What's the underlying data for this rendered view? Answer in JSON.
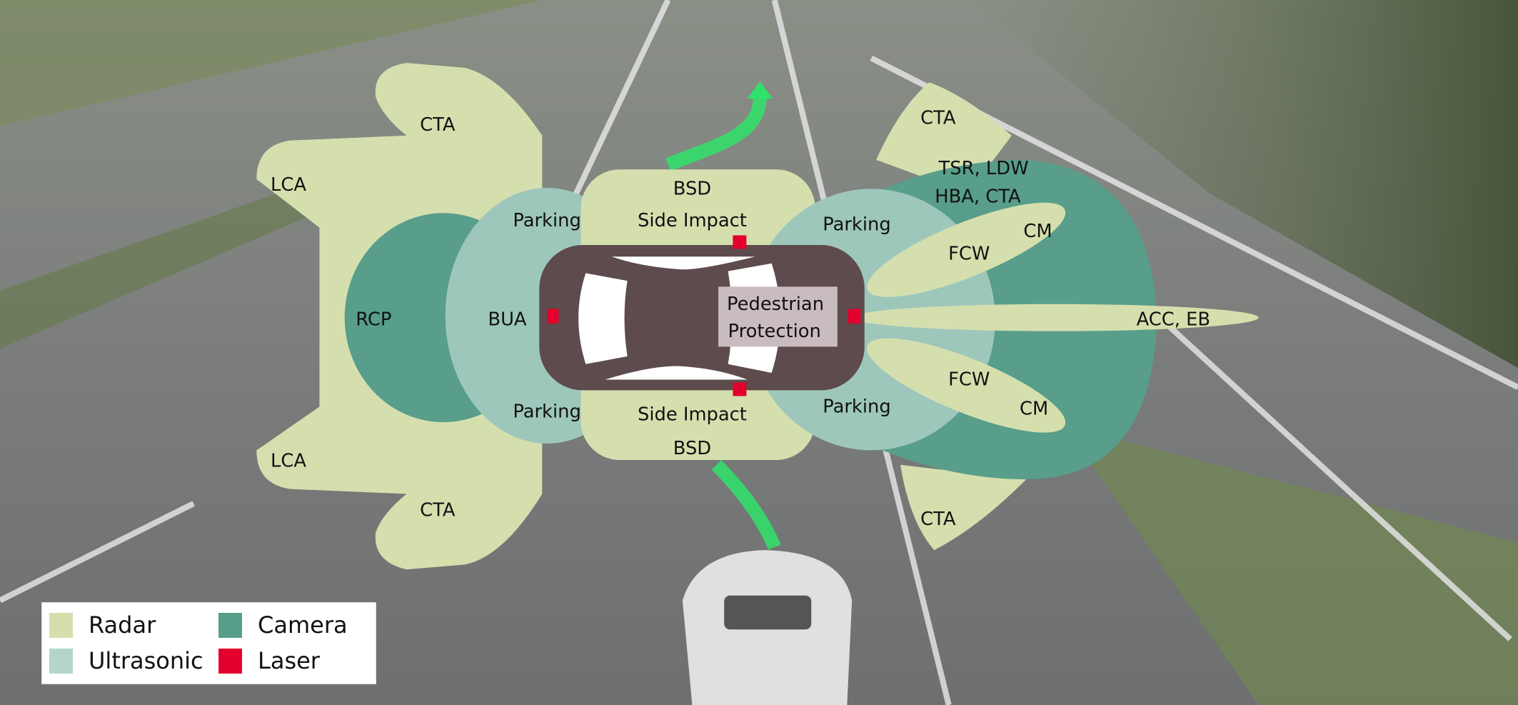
{
  "colors": {
    "radar": "#d5dfae",
    "ultrasonic": "#9ec7bc",
    "camera": "#589e8a",
    "laser": "#e4002d",
    "car": "#5e4b4d",
    "pedestrian_box": "#c9bcbe",
    "arrow": "#2fe36a"
  },
  "labels": {
    "cta_rear_top": "CTA",
    "lca_top": "LCA",
    "rcp": "RCP",
    "bua": "BUA",
    "lca_bottom": "LCA",
    "cta_rear_bottom": "CTA",
    "parking_rear_top": "Parking",
    "parking_rear_bottom": "Parking",
    "bsd_top": "BSD",
    "side_impact_top": "Side Impact",
    "side_impact_bottom": "Side Impact",
    "bsd_bottom": "BSD",
    "parking_front_top": "Parking",
    "parking_front_bottom": "Parking",
    "pedestrian_1": "Pedestrian",
    "pedestrian_2": "Protection",
    "cta_front_top": "CTA",
    "tsr_ldw": "TSR, LDW",
    "hba_cta": "HBA, CTA",
    "fcw_top": "FCW",
    "cm_top": "CM",
    "acc_eb": "ACC, EB",
    "fcw_bottom": "FCW",
    "cm_bottom": "CM",
    "cta_front_bottom": "CTA"
  },
  "legend": [
    {
      "label": "Radar",
      "color": "#d5dfae"
    },
    {
      "label": "Camera",
      "color": "#589e8a"
    },
    {
      "label": "Ultrasonic",
      "color": "#b5d5cc"
    },
    {
      "label": "Laser",
      "color": "#e4002d"
    }
  ]
}
